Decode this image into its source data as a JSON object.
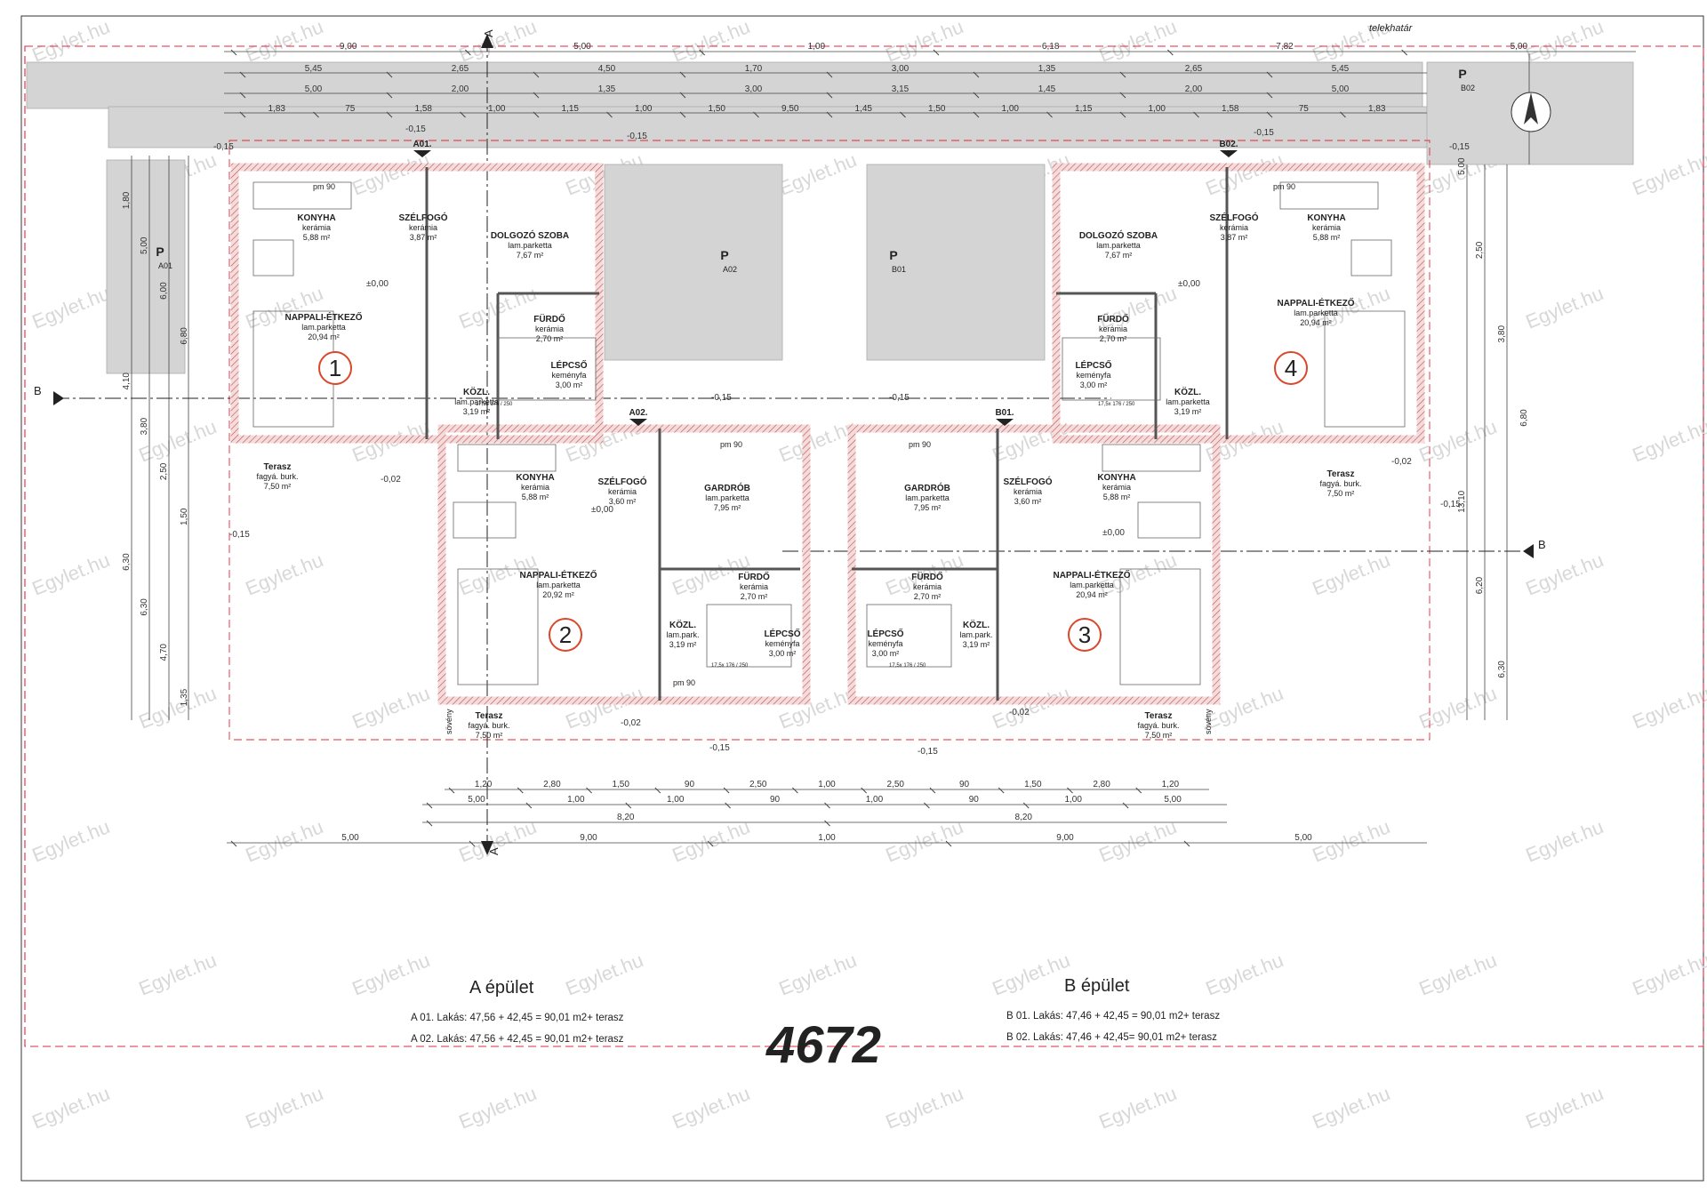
{
  "plot_boundary_label": "telekhatár",
  "section_labels": {
    "a": "A",
    "b": "B"
  },
  "levels": {
    "zero": "±0,00",
    "minus015": "-0,15",
    "minus002": "-0,02"
  },
  "top_dims": {
    "row1": [
      "9,00",
      "5,00",
      "1,00",
      "6,18",
      "7,82",
      "5,00"
    ],
    "row2": [
      "5,45",
      "2,65",
      "4,50",
      "1,70",
      "3,00",
      "1,35",
      "2,65",
      "5,45"
    ],
    "row3": [
      "5,00",
      "2,00",
      "1,35",
      "3,00",
      "3,15",
      "1,45",
      "2,00",
      "5,00"
    ],
    "row4": [
      "1,83",
      "75",
      "1,58",
      "1,00",
      "1,15",
      "1,00",
      "1,50",
      "9,50",
      "1,45",
      "1,50",
      "1,00",
      "1,15",
      "1,00",
      "1,58",
      "75",
      "1,83"
    ]
  },
  "bottom_dims": {
    "row1": [
      "1,20",
      "2,80",
      "1,50",
      "90",
      "2,50",
      "1,00",
      "2,50",
      "90",
      "1,50",
      "2,80",
      "1,20"
    ],
    "row2": [
      "5,00",
      "1,00",
      "1,00",
      "90",
      "1,00",
      "90",
      "1,00",
      "5,00"
    ],
    "row3": [
      "8,20",
      "8,20"
    ],
    "row4": [
      "5,00",
      "9,00",
      "1,00",
      "9,00",
      "5,00"
    ]
  },
  "left_dims": [
    "1,80",
    "5,00",
    "6,00",
    "6,80",
    "4,10",
    "3,80",
    "2,50",
    "1,50",
    "6,30",
    "6,30",
    "4,70",
    "1,35"
  ],
  "right_dims": [
    "5,00",
    "2,50",
    "3,80",
    "6,80",
    "13,10",
    "6,20",
    "6,30"
  ],
  "parking": [
    {
      "letter": "P",
      "code": "A01"
    },
    {
      "letter": "P",
      "code": "A02"
    },
    {
      "letter": "P",
      "code": "B01"
    },
    {
      "letter": "P",
      "code": "B02"
    }
  ],
  "apartment_markers": [
    "A01.",
    "A02.",
    "B01.",
    "B02."
  ],
  "unit_numbers": [
    "1",
    "2",
    "3",
    "4"
  ],
  "rooms": {
    "u1": [
      {
        "name": "KONYHA",
        "mat": "kerámia",
        "area": "5,88 m²"
      },
      {
        "name": "SZÉLFOGÓ",
        "mat": "kerámia",
        "area": "3,87 m²"
      },
      {
        "name": "DOLGOZÓ SZOBA",
        "mat": "lam.parketta",
        "area": "7,67 m²"
      },
      {
        "name": "NAPPALI-ÉTKEZŐ",
        "mat": "lam.parketta",
        "area": "20,94 m²"
      },
      {
        "name": "FÜRDŐ",
        "mat": "kerámia",
        "area": "2,70 m²"
      },
      {
        "name": "LÉPCSŐ",
        "mat": "keményfa",
        "area": "3,00 m²"
      },
      {
        "name": "KÖZL.",
        "mat": "lam.parketta",
        "area": "3,19 m²"
      },
      {
        "name": "Terasz",
        "mat": "fagyá. burk.",
        "area": "7,50 m²"
      }
    ],
    "u2": [
      {
        "name": "KONYHA",
        "mat": "kerámia",
        "area": "5,88 m²"
      },
      {
        "name": "SZÉLFOGÓ",
        "mat": "kerámia",
        "area": "3,60 m²"
      },
      {
        "name": "GARDRÓB",
        "mat": "lam.parketta",
        "area": "7,95 m²"
      },
      {
        "name": "NAPPALI-ÉTKEZŐ",
        "mat": "lam.parketta",
        "area": "20,92 m²"
      },
      {
        "name": "FÜRDŐ",
        "mat": "kerámia",
        "area": "2,70 m²"
      },
      {
        "name": "KÖZL.",
        "mat": "lam.park.",
        "area": "3,19 m²"
      },
      {
        "name": "LÉPCSŐ",
        "mat": "keményfa",
        "area": "3,00 m²"
      },
      {
        "name": "Terasz",
        "mat": "fagyá. burk.",
        "area": "7,50 m²"
      }
    ],
    "u3": [
      {
        "name": "GARDRÓB",
        "mat": "lam.parketta",
        "area": "7,95 m²"
      },
      {
        "name": "SZÉLFOGÓ",
        "mat": "kerámia",
        "area": "3,60 m²"
      },
      {
        "name": "KONYHA",
        "mat": "kerámia",
        "area": "5,88 m²"
      },
      {
        "name": "FÜRDŐ",
        "mat": "kerámia",
        "area": "2,70 m²"
      },
      {
        "name": "LÉPCSŐ",
        "mat": "keményfa",
        "area": "3,00 m²"
      },
      {
        "name": "KÖZL.",
        "mat": "lam.park.",
        "area": "3,19 m²"
      },
      {
        "name": "NAPPALI-ÉTKEZŐ",
        "mat": "lam.parketta",
        "area": "20,94 m²"
      },
      {
        "name": "Terasz",
        "mat": "fagyá. burk.",
        "area": "7,50 m²"
      }
    ],
    "u4": [
      {
        "name": "DOLGOZÓ SZOBA",
        "mat": "lam.parketta",
        "area": "7,67 m²"
      },
      {
        "name": "SZÉLFOGÓ",
        "mat": "kerámia",
        "area": "3,87 m²"
      },
      {
        "name": "KONYHA",
        "mat": "kerámia",
        "area": "5,88 m²"
      },
      {
        "name": "NAPPALI-ÉTKEZŐ",
        "mat": "lam.parketta",
        "area": "20,94 m²"
      },
      {
        "name": "FÜRDŐ",
        "mat": "kerámia",
        "area": "2,70 m²"
      },
      {
        "name": "LÉPCSŐ",
        "mat": "keményfa",
        "area": "3,00 m²"
      },
      {
        "name": "KÖZL.",
        "mat": "lam.parketta",
        "area": "3,19 m²"
      },
      {
        "name": "Terasz",
        "mat": "fagyá. burk.",
        "area": "7,50 m²"
      }
    ]
  },
  "fixtures": {
    "pm90": "pm 90",
    "stair_spec": "17,5x 176 / 250",
    "fence": "sövény"
  },
  "buildings": {
    "a": {
      "title": "A épület",
      "lines": [
        "A 01. Lakás: 47,56 + 42,45 =  90,01 m2+ terasz",
        "A 02. Lakás: 47,56 + 42,45 =  90,01 m2+ terasz"
      ]
    },
    "b": {
      "title": "B épület",
      "lines": [
        "B 01. Lakás: 47,46 + 42,45 =  90,01 m2+ terasz",
        "B 02. Lakás: 47,46 + 42,45=  90,01 m2+ terasz"
      ]
    }
  },
  "project_number": "4672",
  "watermark": "Egylet.hu",
  "colors": {
    "boundary": "#e0283c",
    "wall_hatch": "#c0504d",
    "unit_circle": "#d9482b",
    "paving": "#d4d4d4"
  }
}
